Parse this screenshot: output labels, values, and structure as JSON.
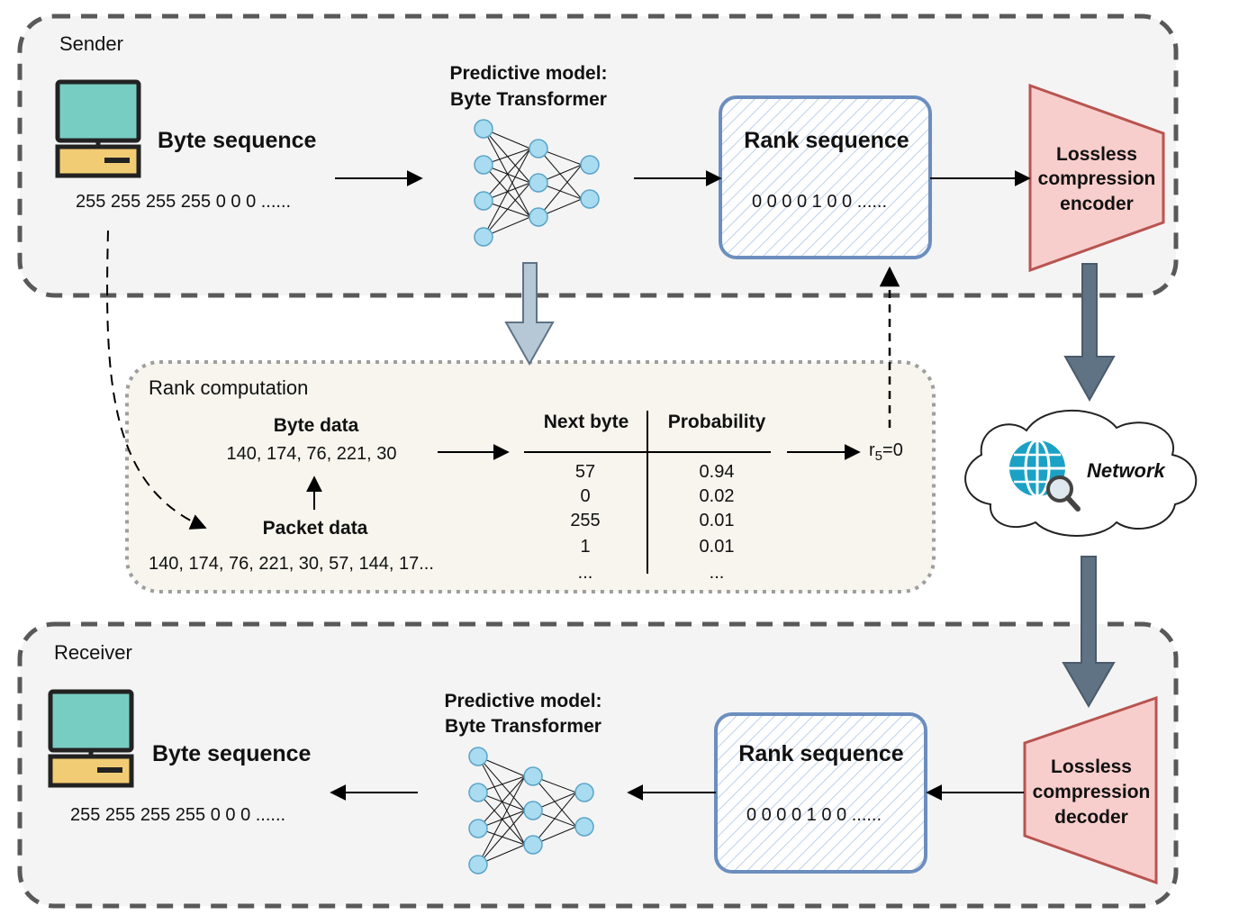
{
  "sender": {
    "title": "Sender",
    "byte_sequence_label": "Byte sequence",
    "byte_sequence_value": "255 255 255 255 0 0 0 ......",
    "model_label_line1": "Predictive model:",
    "model_label_line2": "Byte Transformer",
    "rank_label": "Rank sequence",
    "rank_value": "0 0 0 0 1 0 0 ......",
    "encoder_line1": "Lossless",
    "encoder_line2": "compression",
    "encoder_line3": "encoder"
  },
  "rank_computation": {
    "title": "Rank computation",
    "byte_data_label": "Byte data",
    "byte_data_value": "140, 174, 76, 221, 30",
    "packet_data_label": "Packet data",
    "packet_data_value": "140, 174, 76, 221, 30, 57, 144, 17...",
    "table": {
      "headers": [
        "Next byte",
        "Probability"
      ],
      "rows": [
        [
          "57",
          "0.94"
        ],
        [
          "0",
          "0.02"
        ],
        [
          "255",
          "0.01"
        ],
        [
          "1",
          "0.01"
        ],
        [
          "...",
          "..."
        ]
      ]
    },
    "rank_result_base": "r",
    "rank_result_sub": "5",
    "rank_result_rest": "=0"
  },
  "network": {
    "label": "Network",
    "icon": "globe-search-icon"
  },
  "receiver": {
    "title": "Receiver",
    "byte_sequence_label": "Byte sequence",
    "byte_sequence_value": "255 255 255 255 0 0 0 ......",
    "model_label_line1": "Predictive model:",
    "model_label_line2": "Byte Transformer",
    "rank_label": "Rank sequence",
    "rank_value": "0 0 0 0 1 0 0 ......",
    "decoder_line1": "Lossless",
    "decoder_line2": "compression",
    "decoder_line3": "decoder"
  },
  "colors": {
    "panel_fill": "#f4f4f4",
    "panel_border": "#595959",
    "rank_panel_fill": "#f7f5ee",
    "rank_panel_border": "#9e9e9e",
    "node_fill": "#a9dcf0",
    "node_stroke": "#5aa4c8",
    "rank_box_border": "#6c8ebf",
    "codec_fill": "#f8cecc",
    "codec_stroke": "#b85450",
    "arrow_dark": "#5f7385",
    "arrow_light": "#b6c8d6",
    "computer_screen": "#78cdc3",
    "computer_base": "#f2cc74"
  }
}
